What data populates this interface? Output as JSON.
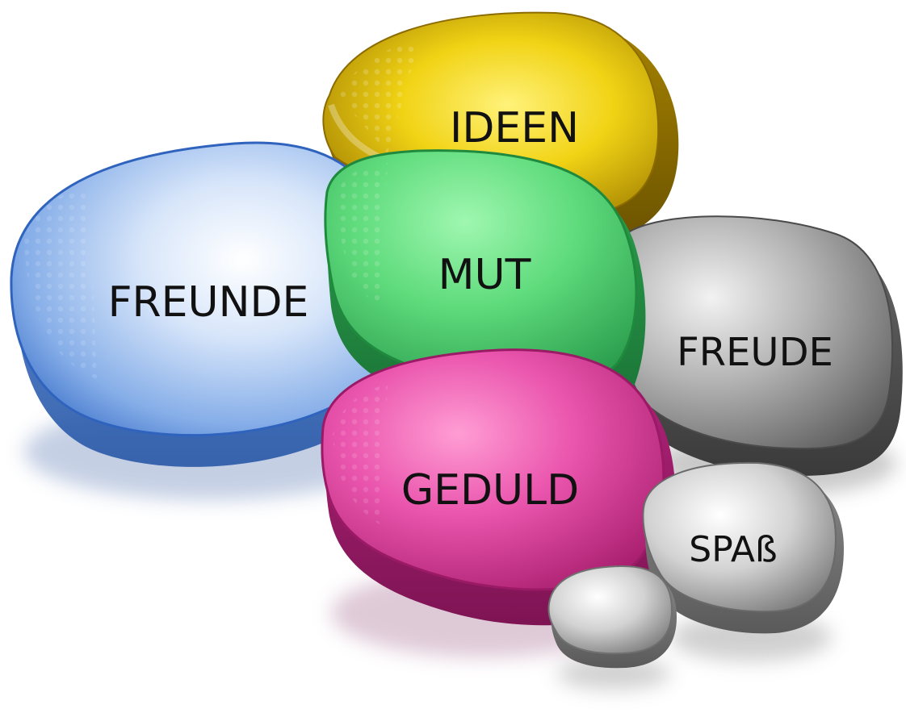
{
  "stones": [
    {
      "id": "ideen",
      "label": "IDEEN",
      "color": "#d6b300"
    },
    {
      "id": "freunde",
      "label": "FREUNDE",
      "color": "#4a7fd0"
    },
    {
      "id": "mut",
      "label": "MUT",
      "color": "#3cc45e"
    },
    {
      "id": "freude",
      "label": "FREUDE",
      "color": "#8e8e8e"
    },
    {
      "id": "geduld",
      "label": "GEDULD",
      "color": "#d2358e"
    },
    {
      "id": "spass",
      "label": "SPAß",
      "color": "#9c9c9c"
    },
    {
      "id": "small",
      "label": "",
      "color": "#a8a8a8"
    }
  ]
}
